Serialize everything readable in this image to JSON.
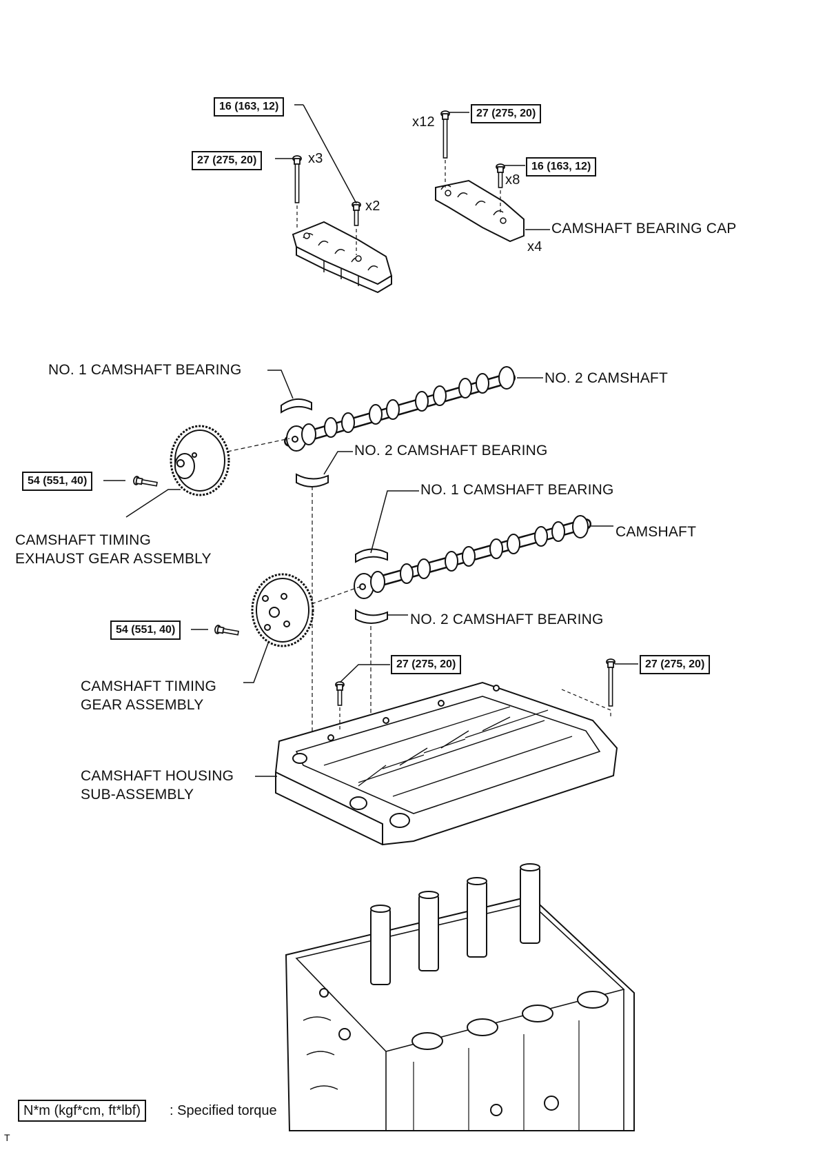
{
  "torques": {
    "t1": "16 (163, 12)",
    "t2": "27 (275, 20)",
    "t3": "27 (275, 20)",
    "t4": "16 (163, 12)",
    "t5": "54 (551, 40)",
    "t6": "54 (551, 40)",
    "t7": "27 (275, 20)",
    "t8": "27 (275, 20)"
  },
  "quantities": {
    "x3": "x3",
    "x2": "x2",
    "x12": "x12",
    "x8": "x8",
    "x4": "x4"
  },
  "parts": {
    "bearing_cap": "CAMSHAFT BEARING CAP",
    "no1_bearing_upper": "NO. 1 CAMSHAFT BEARING",
    "no2_camshaft": "NO. 2 CAMSHAFT",
    "no2_bearing_upper": "NO. 2 CAMSHAFT BEARING",
    "exhaust_gear_line1": "CAMSHAFT TIMING",
    "exhaust_gear_line2": "EXHAUST GEAR ASSEMBLY",
    "no1_bearing_lower": "NO. 1 CAMSHAFT BEARING",
    "camshaft": "CAMSHAFT",
    "no2_bearing_lower": "NO. 2 CAMSHAFT BEARING",
    "timing_gear_line1": "CAMSHAFT TIMING",
    "timing_gear_line2": "GEAR ASSEMBLY",
    "housing_line1": "CAMSHAFT HOUSING",
    "housing_line2": "SUB-ASSEMBLY"
  },
  "legend": {
    "box": "N*m (kgf*cm, ft*lbf)",
    "text": ": Specified torque"
  },
  "corner_mark": "T"
}
